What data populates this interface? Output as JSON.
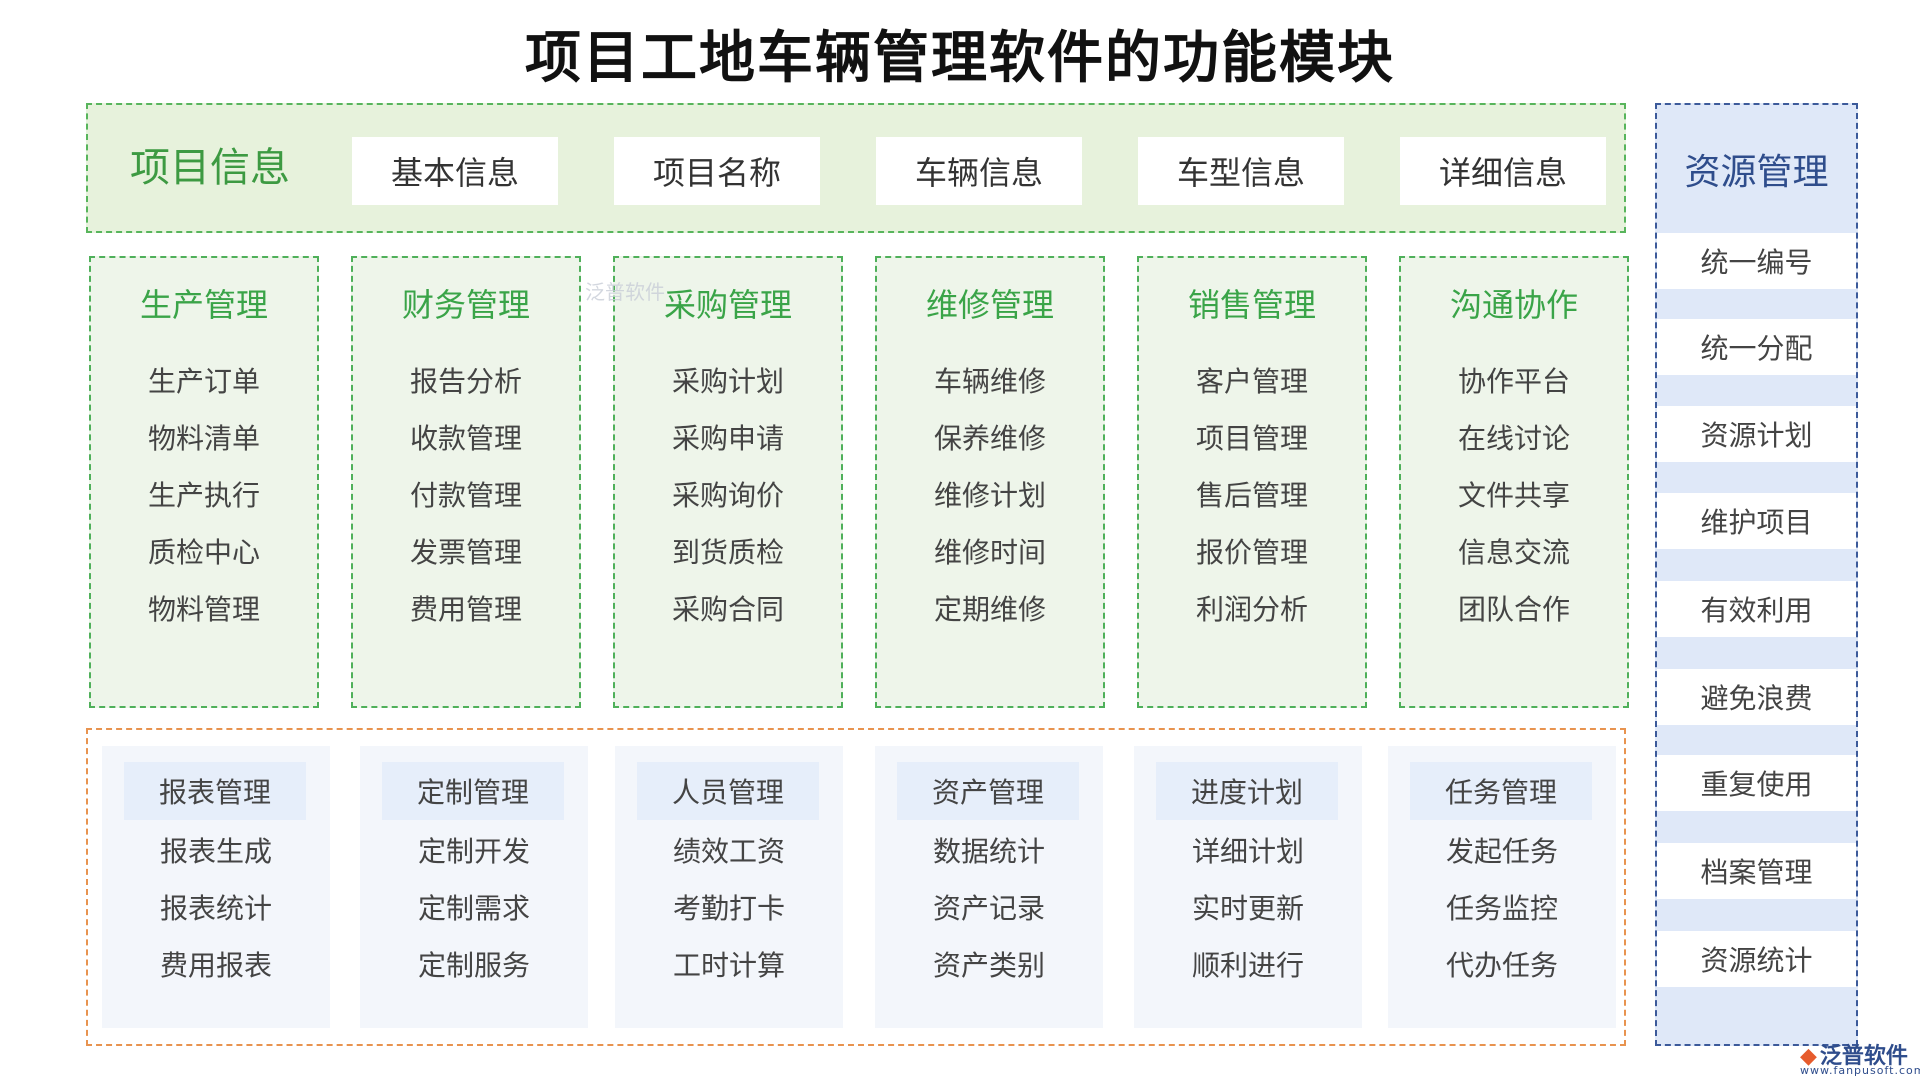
{
  "title": "项目工地车辆管理软件的功能模块",
  "project": {
    "label": "项目信息",
    "items": [
      "基本信息",
      "项目名称",
      "车辆信息",
      "车型信息",
      "详细信息"
    ]
  },
  "modules": [
    {
      "title": "生产管理",
      "items": [
        "生产订单",
        "物料清单",
        "生产执行",
        "质检中心",
        "物料管理"
      ]
    },
    {
      "title": "财务管理",
      "items": [
        "报告分析",
        "收款管理",
        "付款管理",
        "发票管理",
        "费用管理"
      ]
    },
    {
      "title": "采购管理",
      "items": [
        "采购计划",
        "采购申请",
        "采购询价",
        "到货质检",
        "采购合同"
      ]
    },
    {
      "title": "维修管理",
      "items": [
        "车辆维修",
        "保养维修",
        "维修计划",
        "维修时间",
        "定期维修"
      ]
    },
    {
      "title": "销售管理",
      "items": [
        "客户管理",
        "项目管理",
        "售后管理",
        "报价管理",
        "利润分析"
      ]
    },
    {
      "title": "沟通协作",
      "items": [
        "协作平台",
        "在线讨论",
        "文件共享",
        "信息交流",
        "团队合作"
      ]
    }
  ],
  "cards": [
    {
      "title": "报表管理",
      "items": [
        "报表生成",
        "报表统计",
        "费用报表"
      ]
    },
    {
      "title": "定制管理",
      "items": [
        "定制开发",
        "定制需求",
        "定制服务"
      ]
    },
    {
      "title": "人员管理",
      "items": [
        "绩效工资",
        "考勤打卡",
        "工时计算"
      ]
    },
    {
      "title": "资产管理",
      "items": [
        "数据统计",
        "资产记录",
        "资产类别"
      ]
    },
    {
      "title": "进度计划",
      "items": [
        "详细计划",
        "实时更新",
        "顺利进行"
      ]
    },
    {
      "title": "任务管理",
      "items": [
        "发起任务",
        "任务监控",
        "代办任务"
      ]
    }
  ],
  "resource": {
    "title": "资源管理",
    "items": [
      "统一编号",
      "统一分配",
      "资源计划",
      "维护项目",
      "有效利用",
      "避免浪费",
      "重复使用",
      "档案管理",
      "资源统计"
    ]
  },
  "watermark": {
    "mid": "泛普软件",
    "logo": "泛普软件",
    "url": "www.fanpusoft.com"
  },
  "colors": {
    "green_border": "#4fb05a",
    "green_text": "#3aa448",
    "orange_border": "#e8934f",
    "blue_border": "#3c5a9a",
    "blue_text": "#2f4d8c"
  }
}
